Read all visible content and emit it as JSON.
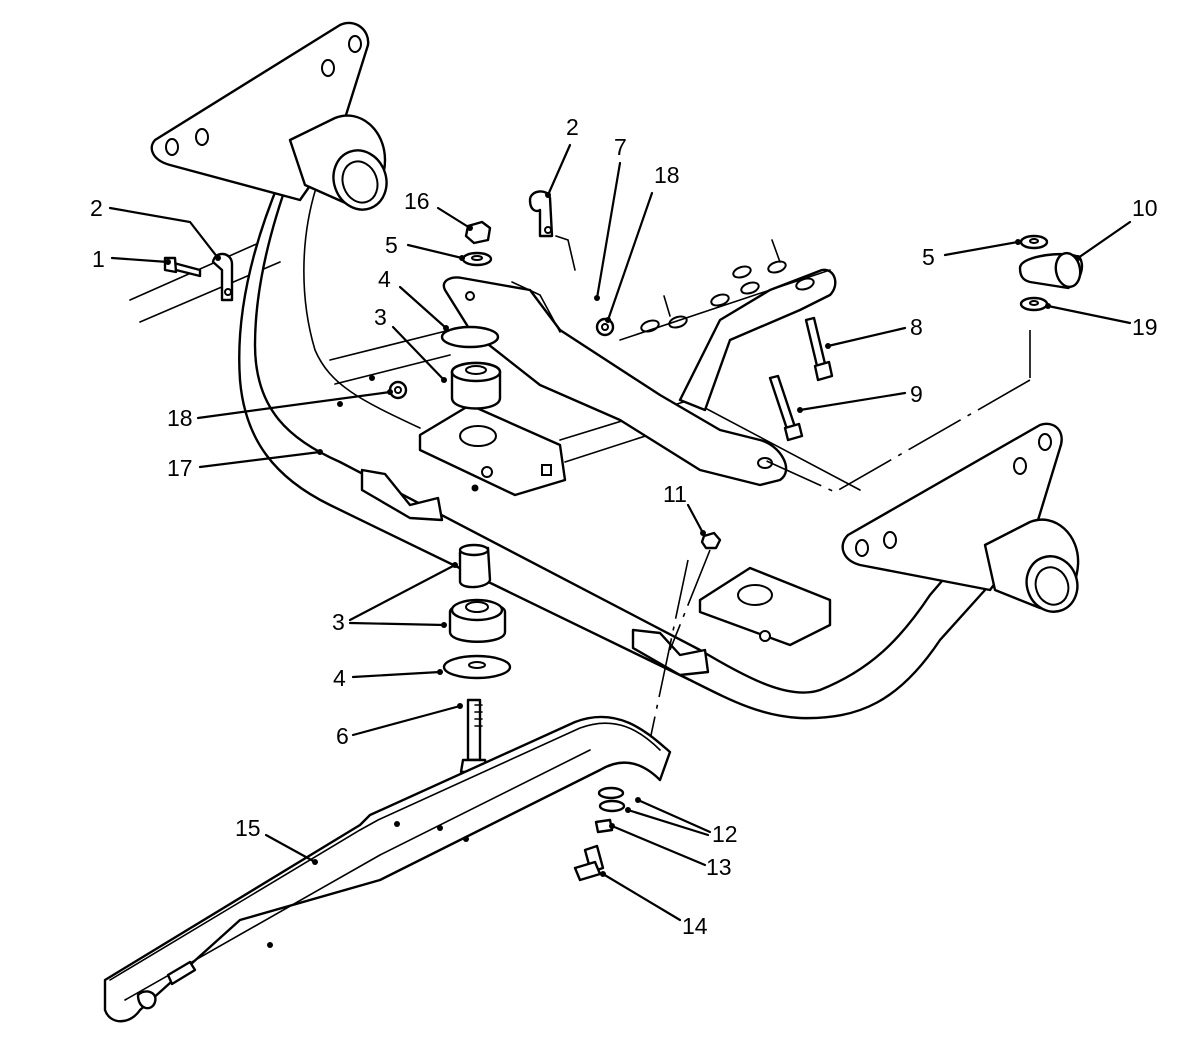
{
  "callouts": [
    {
      "id": "c1",
      "text": "1"
    },
    {
      "id": "c2a",
      "text": "2"
    },
    {
      "id": "c2b",
      "text": "2"
    },
    {
      "id": "c3a",
      "text": "3"
    },
    {
      "id": "c3b",
      "text": "3"
    },
    {
      "id": "c4a",
      "text": "4"
    },
    {
      "id": "c4b",
      "text": "4"
    },
    {
      "id": "c5a",
      "text": "5"
    },
    {
      "id": "c5b",
      "text": "5"
    },
    {
      "id": "c6",
      "text": "6"
    },
    {
      "id": "c7",
      "text": "7"
    },
    {
      "id": "c8",
      "text": "8"
    },
    {
      "id": "c9",
      "text": "9"
    },
    {
      "id": "c10",
      "text": "10"
    },
    {
      "id": "c11",
      "text": "11"
    },
    {
      "id": "c12",
      "text": "12"
    },
    {
      "id": "c13",
      "text": "13"
    },
    {
      "id": "c14",
      "text": "14"
    },
    {
      "id": "c15",
      "text": "15"
    },
    {
      "id": "c16",
      "text": "16"
    },
    {
      "id": "c17",
      "text": "17"
    },
    {
      "id": "c18a",
      "text": "18"
    },
    {
      "id": "c18b",
      "text": "18"
    },
    {
      "id": "c19",
      "text": "19"
    }
  ]
}
